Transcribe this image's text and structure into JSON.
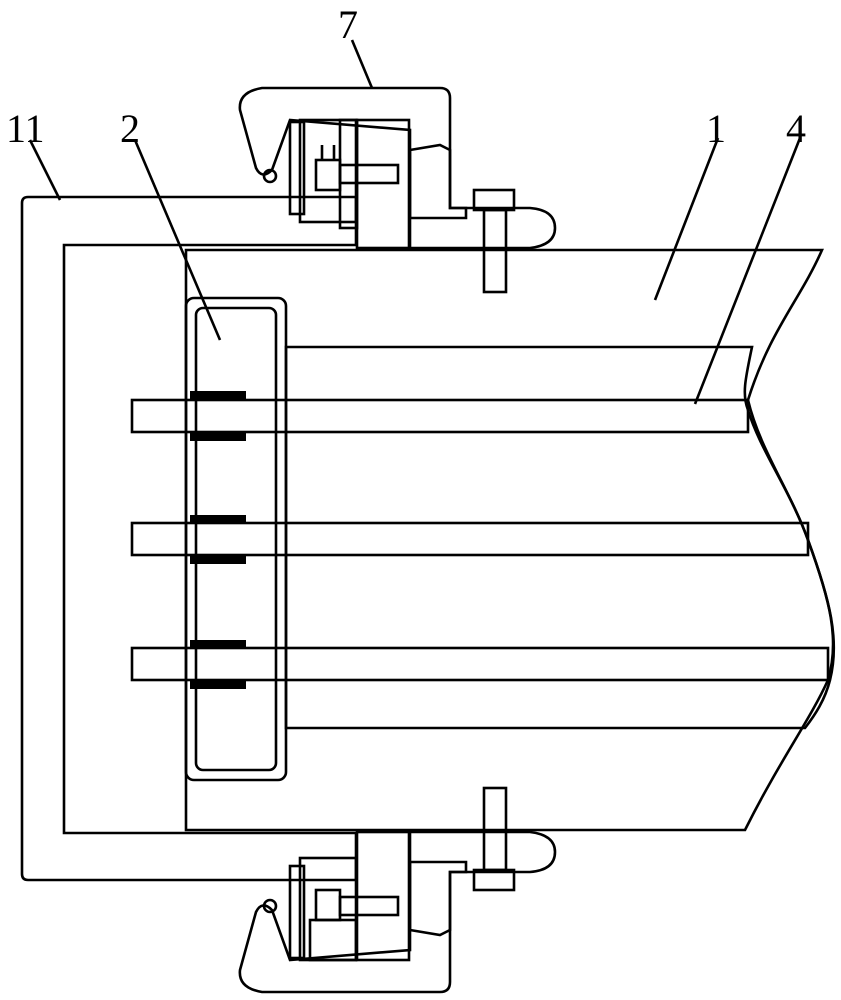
{
  "figure": {
    "type": "mechanical cross-section drawing",
    "labels": [
      {
        "id": "part-11",
        "text": "11"
      },
      {
        "id": "part-2",
        "text": "2"
      },
      {
        "id": "part-7",
        "text": "7"
      },
      {
        "id": "part-1",
        "text": "1"
      },
      {
        "id": "part-4",
        "text": "4"
      }
    ],
    "colors": {
      "line": "#000000",
      "background": "#ffffff"
    }
  }
}
